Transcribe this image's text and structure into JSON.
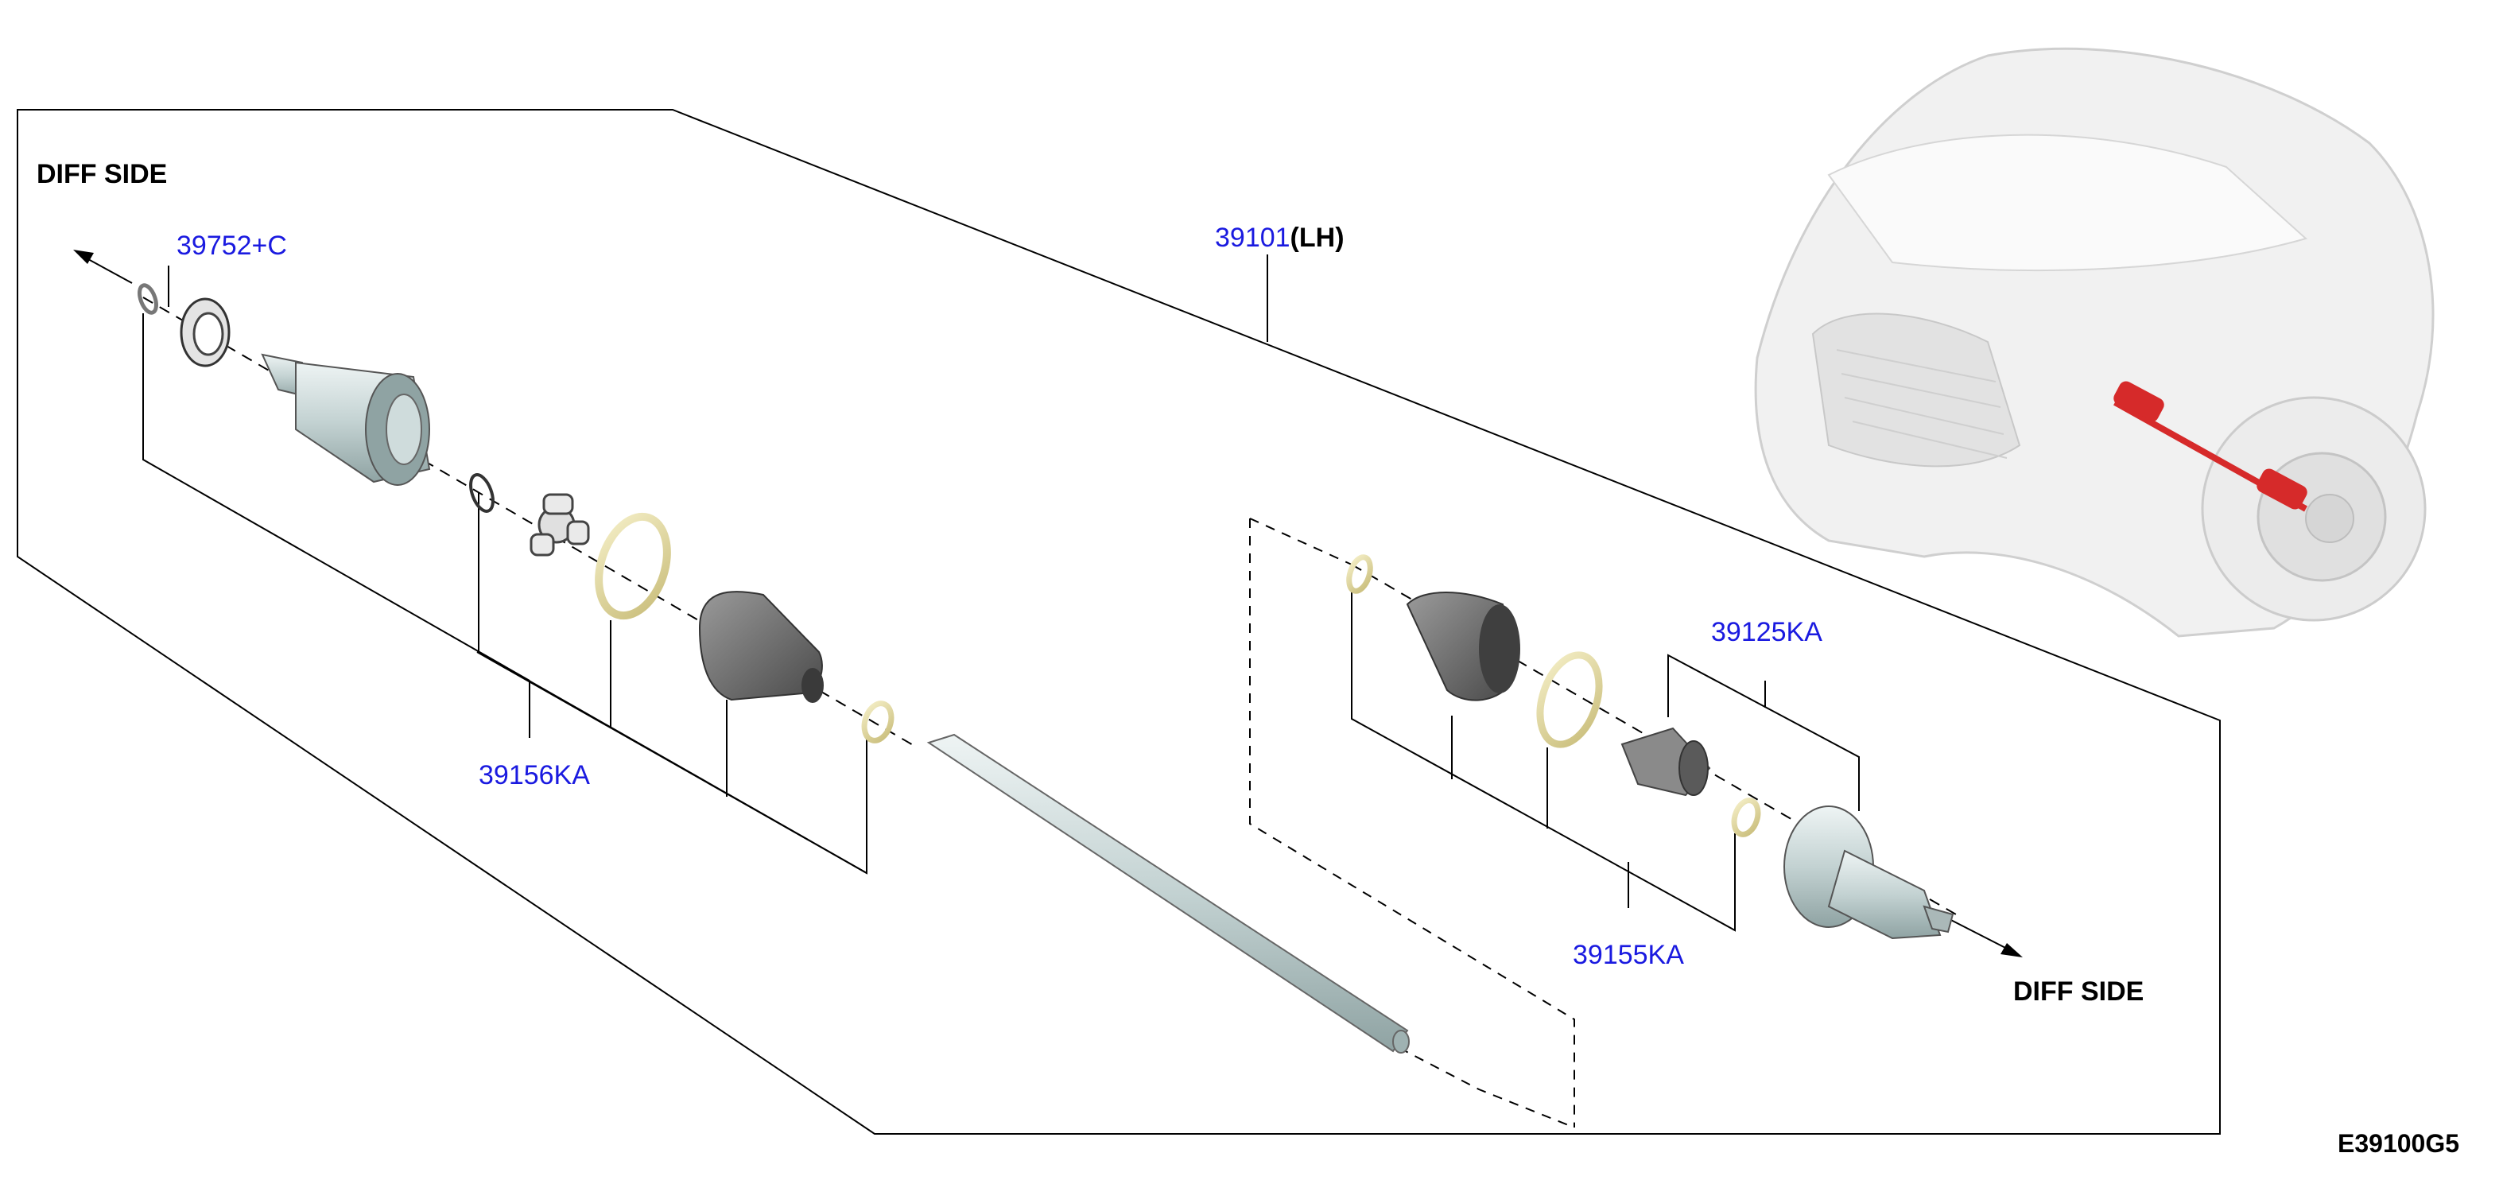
{
  "labels": {
    "diff_side_left": "DIFF SIDE",
    "diff_side_right": "DIFF SIDE",
    "diagram_code": "E39100G5"
  },
  "parts": {
    "p39752": "39752+C",
    "p39101": "39101",
    "p39101_suffix": "(LH)",
    "p39156": "39156KA",
    "p39125": "39125KA",
    "p39155": "39155KA"
  },
  "colors": {
    "link": "#1a1ae0",
    "highlight": "#d62a2a",
    "part_metal": "#c8d6d6",
    "boot": "#6e6e6e"
  }
}
